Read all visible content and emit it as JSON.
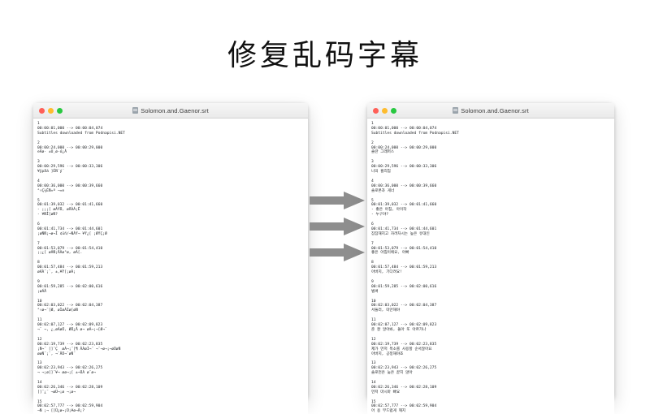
{
  "page": {
    "title": "修复乱码字幕",
    "background_color": "#ffffff",
    "arrow_color": "#8e8e8e",
    "arrow_count": 3
  },
  "windows": {
    "left": {
      "title": "Solomon.and.Gaenor.srt",
      "doc_icon": "document-icon",
      "traffic_lights": [
        {
          "name": "close",
          "color": "#ff5f57"
        },
        {
          "name": "minimize",
          "color": "#febc2e"
        },
        {
          "name": "zoom",
          "color": "#28c840"
        }
      ],
      "content": "1\n00:00:01,000 --> 00:00:04,074\nSubtitles downloaded from Podnapisi.NET\n\n2\n00:00:24,000 --> 00:00:29,000\neÀø· ±Ù¸ø-ó¿Â\n\n3\n00:00:29,596 --> 00:00:33,306\n¥ÿpåá ]ÉÑ´ý´\n\n4\n00:00:36,000 --> 00:00:39,660\n°÷Ç¼ÉÑ¤º ¬¤e\n\n5\n00:01:39,032 --> 00:01:41,660\n- ¡¡¡[ øÁÝÜ, øÄÀÁ¡Ê\n- ¥ÑÎ[øÑ?\n\n6\n00:01:41,734 --> 00:01:44,601\n¡øÑÑ¡¬ø¬Ì ¢üñ/¬ÑÀÝ¬ ¥Ý¿[ ¡ØÝÇ¡Ø\n\n7\n00:01:53,079 --> 00:01:54,410\n¡¡¿[ øÁÑ¡ÂÀø°ø, øÁ[.\n\n8\n00:01:57,484 --> 00:01:59,213\nøÁÀ¨¡¨, ±,¥Ý[¡øÀ¡\n\n9\n00:01:59,285 --> 00:02:00,616\n¡øÁÂ\n\n10\n00:02:03,022 --> 00:02:04,387\n°÷ø¬¨[Ø, øÌøÁÌø[øÑ\n\n11\n00:02:07,127 --> 00:02:09,823\n¬¨ ¬, ¿,øÁøÜ, ØÜ¿Â ø¬ øÁ¬¡¬[Ø¬¨\n\n12\n00:02:19,739 --> 00:02:23,835\n¡Ñ¬¨ []¨Ç  øÁ¬¡¨[¶ ÂÀøÌ¬¨ ¬¨¬ø¬¡¬øÜøÑ\nøøÑ¨¡¨, ¬¨ÂÜ¬¨øÑ¨\n\n13\n00:02:23,943 --> 00:02:26,275\n¬ ¬¡ø[]¨¥¬ øø¬¡[ ±¬ÜÁ ø¨ø¬\n\n14\n00:02:26,346 --> 00:02:28,109\n[]¨¿¨ ¬øÜ¬¡ø ¬¡ø¬\n\n15\n00:02:57,777 --> 00:02:59,904\n¬Ñ ¡¬ []Ü¿ø¬¡Ü¡¥ø¬Â¡?"
    },
    "right": {
      "title": "Solomon.and.Gaenor.srt",
      "doc_icon": "document-icon",
      "traffic_lights": [
        {
          "name": "close",
          "color": "#ff5f57"
        },
        {
          "name": "minimize",
          "color": "#febc2e"
        },
        {
          "name": "zoom",
          "color": "#28c840"
        }
      ],
      "content": "1\n00:00:01,000 --> 00:00:04,074\nSubtitles downloaded from Podnapisi.NET\n\n2\n00:00:24,000 --> 00:00:29,000\n솔란 그래퍼스\n\n3\n00:00:29,596 --> 00:00:33,306\n나의 윌리엄\n\n4\n00:00:36,000 --> 00:00:39,660\n솔로몬과 게너\n\n5\n00:01:39,032 --> 00:01:41,660\n- 좋은 아침, 아이작\n- 누구야?\n\n6\n00:01:41,734 --> 00:01:44,601\n잠잠해지고 차려차시는 높은 유대인\n\n7\n00:01:53,079 --> 00:01:54,410\n좋은 아침이에요, 아빠\n\n8\n00:01:57,484 --> 00:01:59,213\n아버지, 기다려요!\n\n9\n00:01:59,285 --> 00:02:00,616\n벌써\n\n10\n00:02:03,022 --> 00:02:04,387\n서둘러, 미안해야\n\n11\n00:02:07,127 --> 00:02:09,823\n준 잘 알아봐, 돌아 또 아르가나\n\n12\n00:02:19,739 --> 00:02:23,835\n제가 먼저 목소를 사용할 순서잖아요\n아버지, 공정해야죠\n\n13\n00:02:23,943 --> 00:02:26,275\n솔로먼은 늦은 끝지 않아\n\n14\n00:02:26,346 --> 00:02:28,109\n먼저 마시마 빠요\n\n15\n00:02:57,777 --> 00:02:59,904\n어 용 부드럽게 깨지"
    }
  }
}
